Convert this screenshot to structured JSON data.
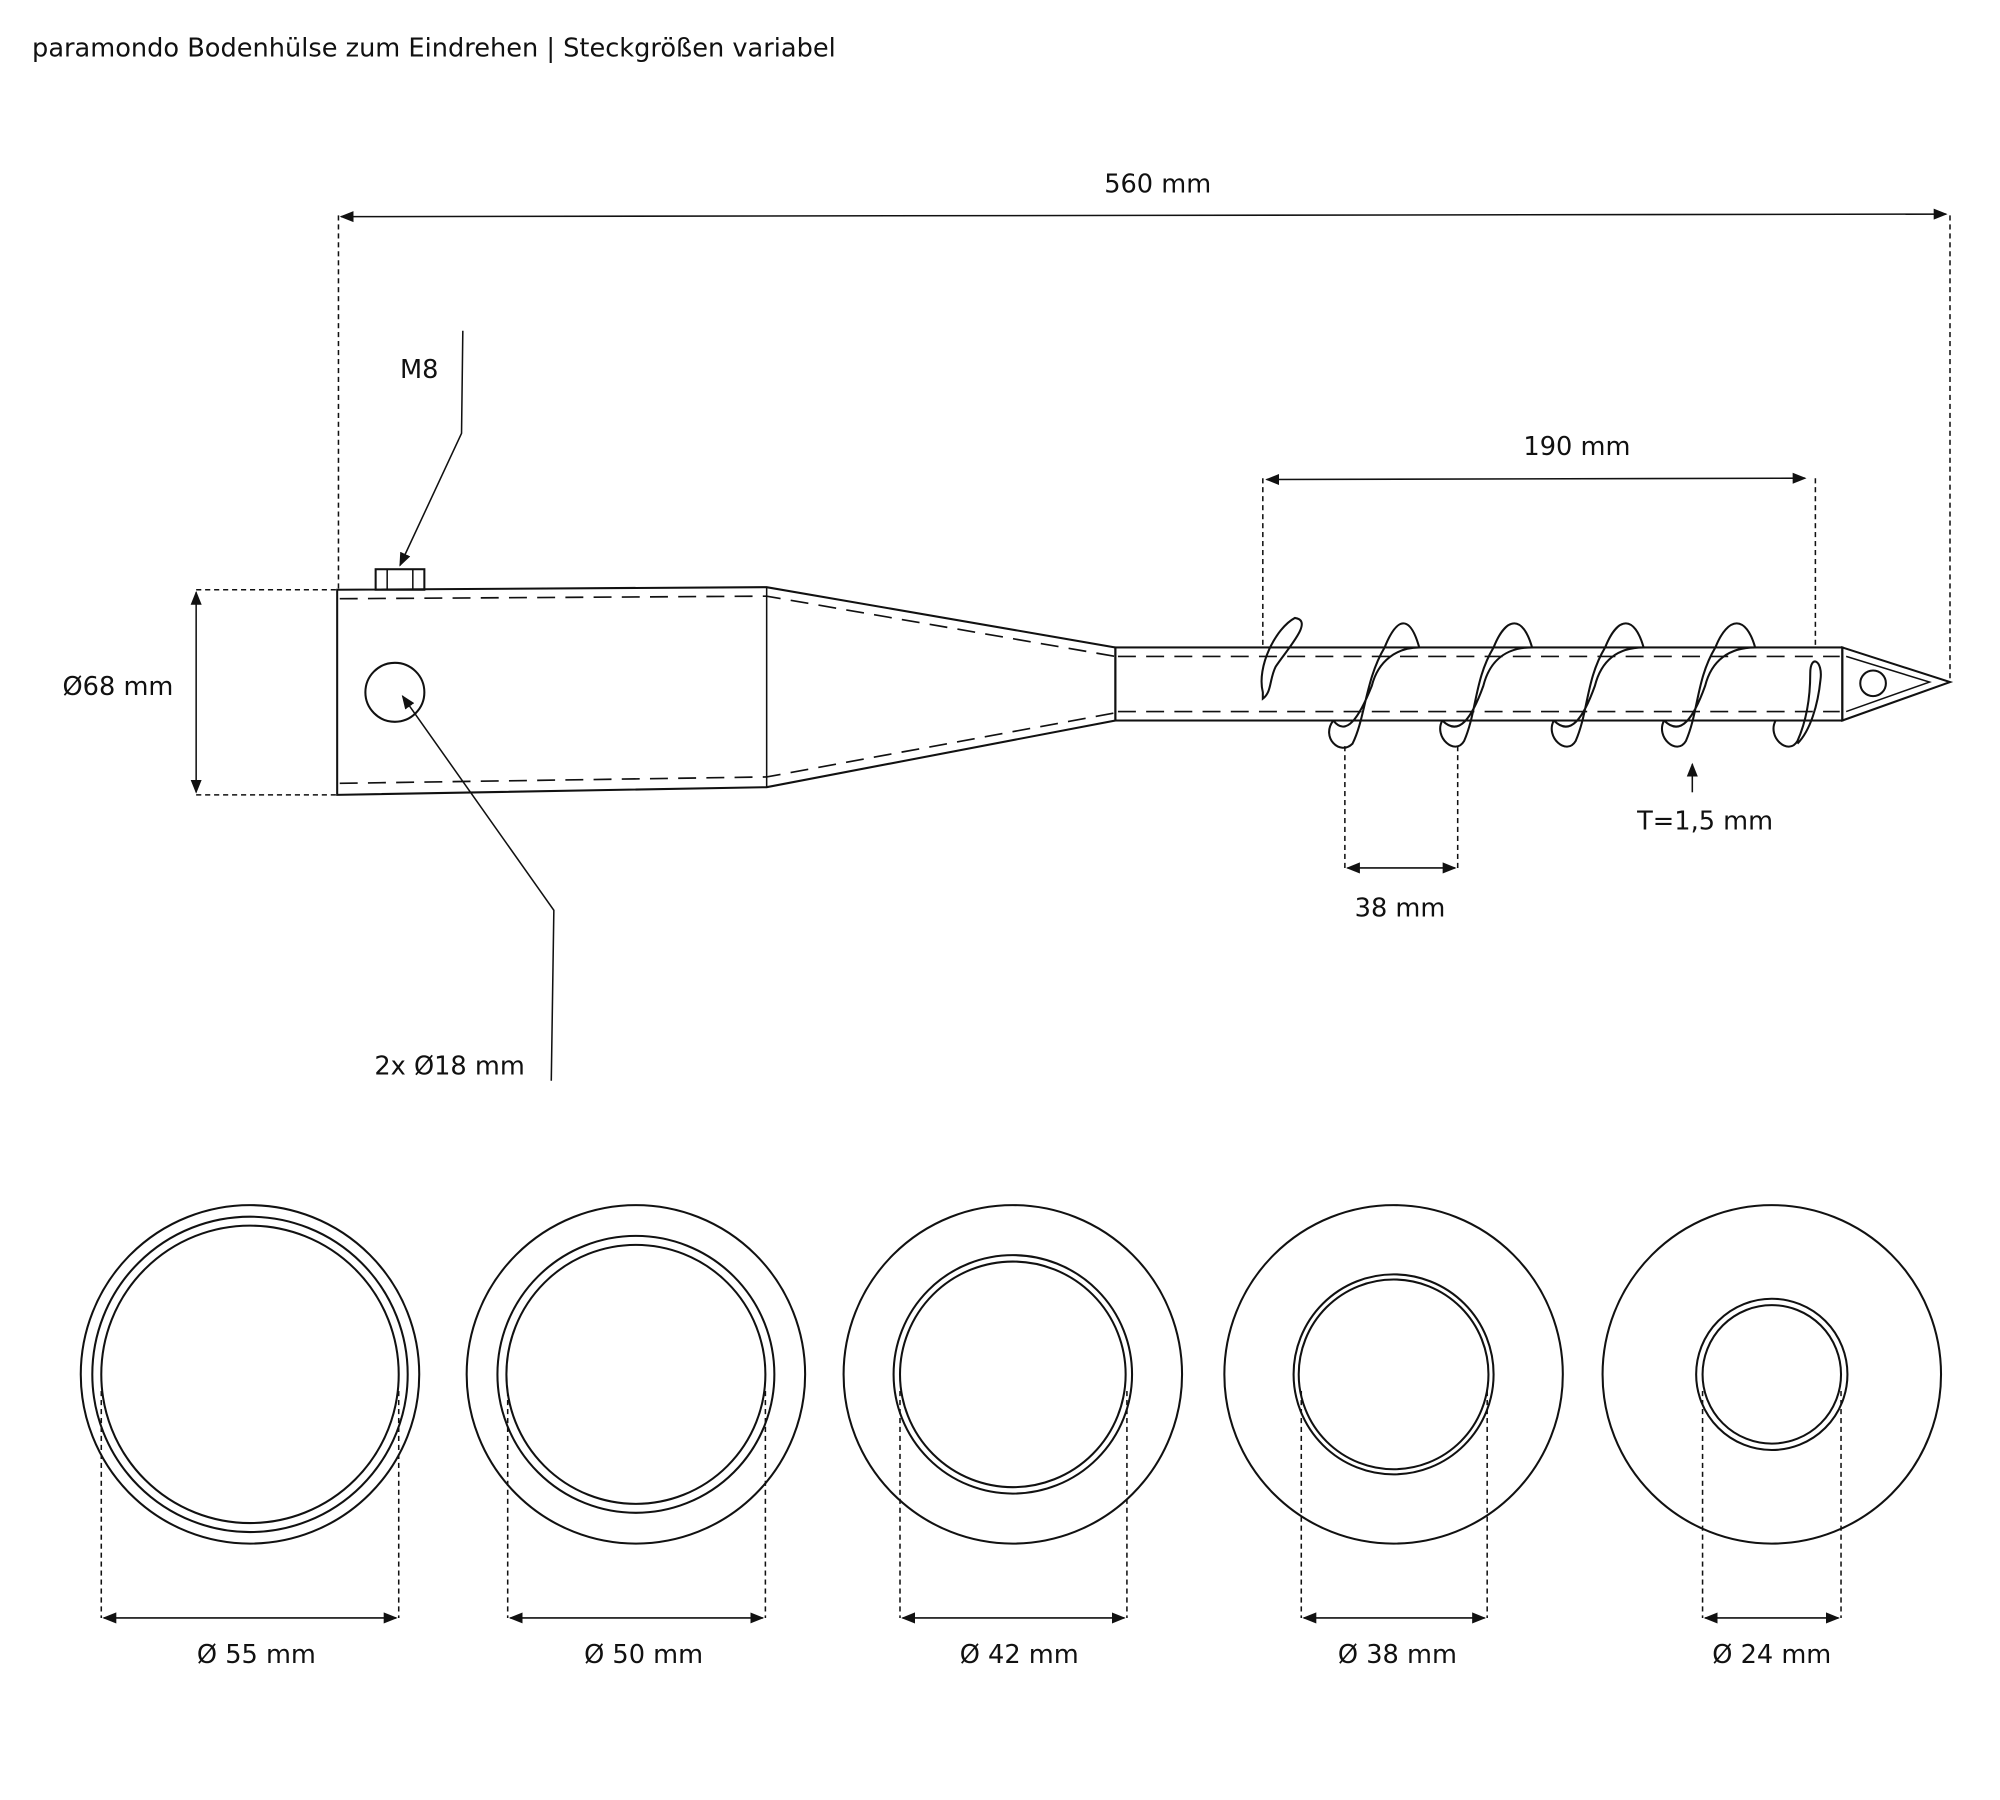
{
  "title": "paramondo Bodenhülse zum Eindrehen | Steckgrößen variabel",
  "dimensions": {
    "total_length": "560 mm",
    "thread": "M8",
    "diameter_sleeve": "Ø68 mm",
    "holes": "2x Ø18 mm",
    "helix_length": "190 mm",
    "pitch": "38 mm",
    "thickness": "T=1,5 mm"
  },
  "sizes": [
    {
      "label": "Ø 55 mm"
    },
    {
      "label": "Ø 50 mm"
    },
    {
      "label": "Ø 42 mm"
    },
    {
      "label": "Ø 38 mm"
    },
    {
      "label": "Ø 24 mm"
    }
  ]
}
